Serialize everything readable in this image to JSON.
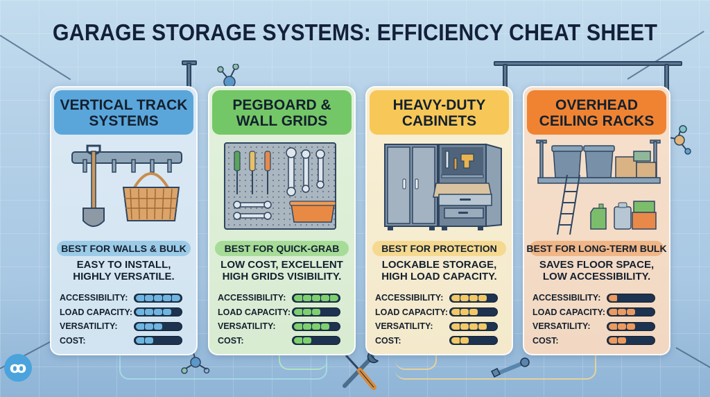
{
  "title": "GARAGE STORAGE SYSTEMS: EFFICIENCY CHEAT SHEET",
  "metric_labels": [
    "ACCESSIBILITY:",
    "LOAD CAPACITY:",
    "VERSATILITY:",
    "COST:"
  ],
  "colors": {
    "blue": "#5aa6db",
    "green": "#74c767",
    "yellow": "#f7c857",
    "orange": "#f08332",
    "bar_track": "#1d3350",
    "text": "#14202e"
  },
  "cards": [
    {
      "title": "VERTICAL TRACK\nSYSTEMS",
      "illustration": "track-rail-with-shovel-and-basket",
      "best_for": "BEST FOR WALLS & BULK",
      "description": "EASY TO INSTALL,\nHIGHLY VERSATILE.",
      "ratings": {
        "accessibility": 5,
        "load_capacity": 4,
        "versatility": 3,
        "cost": 2
      },
      "scale_max": 5
    },
    {
      "title": "PEGBOARD &\nWALL GRIDS",
      "illustration": "pegboard-with-screwdrivers-wrenches-and-bin",
      "best_for": "BEST FOR QUICK-GRAB",
      "description": "LOW COST, EXCELLENT\nHIGH GRIDS VISIBILITY.",
      "ratings": {
        "accessibility": 5,
        "load_capacity": 3,
        "versatility": 4,
        "cost": 2
      },
      "scale_max": 5
    },
    {
      "title": "HEAVY-DUTY\nCABINETS",
      "illustration": "metal-cabinet-with-open-door-and-drawer",
      "best_for": "BEST FOR PROTECTION",
      "description": "LOCKABLE STORAGE,\nHIGH LOAD CAPACITY.",
      "ratings": {
        "accessibility": 4,
        "load_capacity": 3,
        "versatility": 4,
        "cost": 2
      },
      "scale_max": 5
    },
    {
      "title": "OVERHEAD\nCEILING RACKS",
      "illustration": "ceiling-rack-with-bins-boxes-and-ladder",
      "best_for": "BEST FOR LONG-TERM BULK",
      "description": "SAVES FLOOR SPACE,\nLOW ACCESSIBILITY.",
      "ratings": {
        "accessibility": 1,
        "load_capacity": 3,
        "versatility": 3,
        "cost": 2
      },
      "scale_max": 5
    }
  ]
}
